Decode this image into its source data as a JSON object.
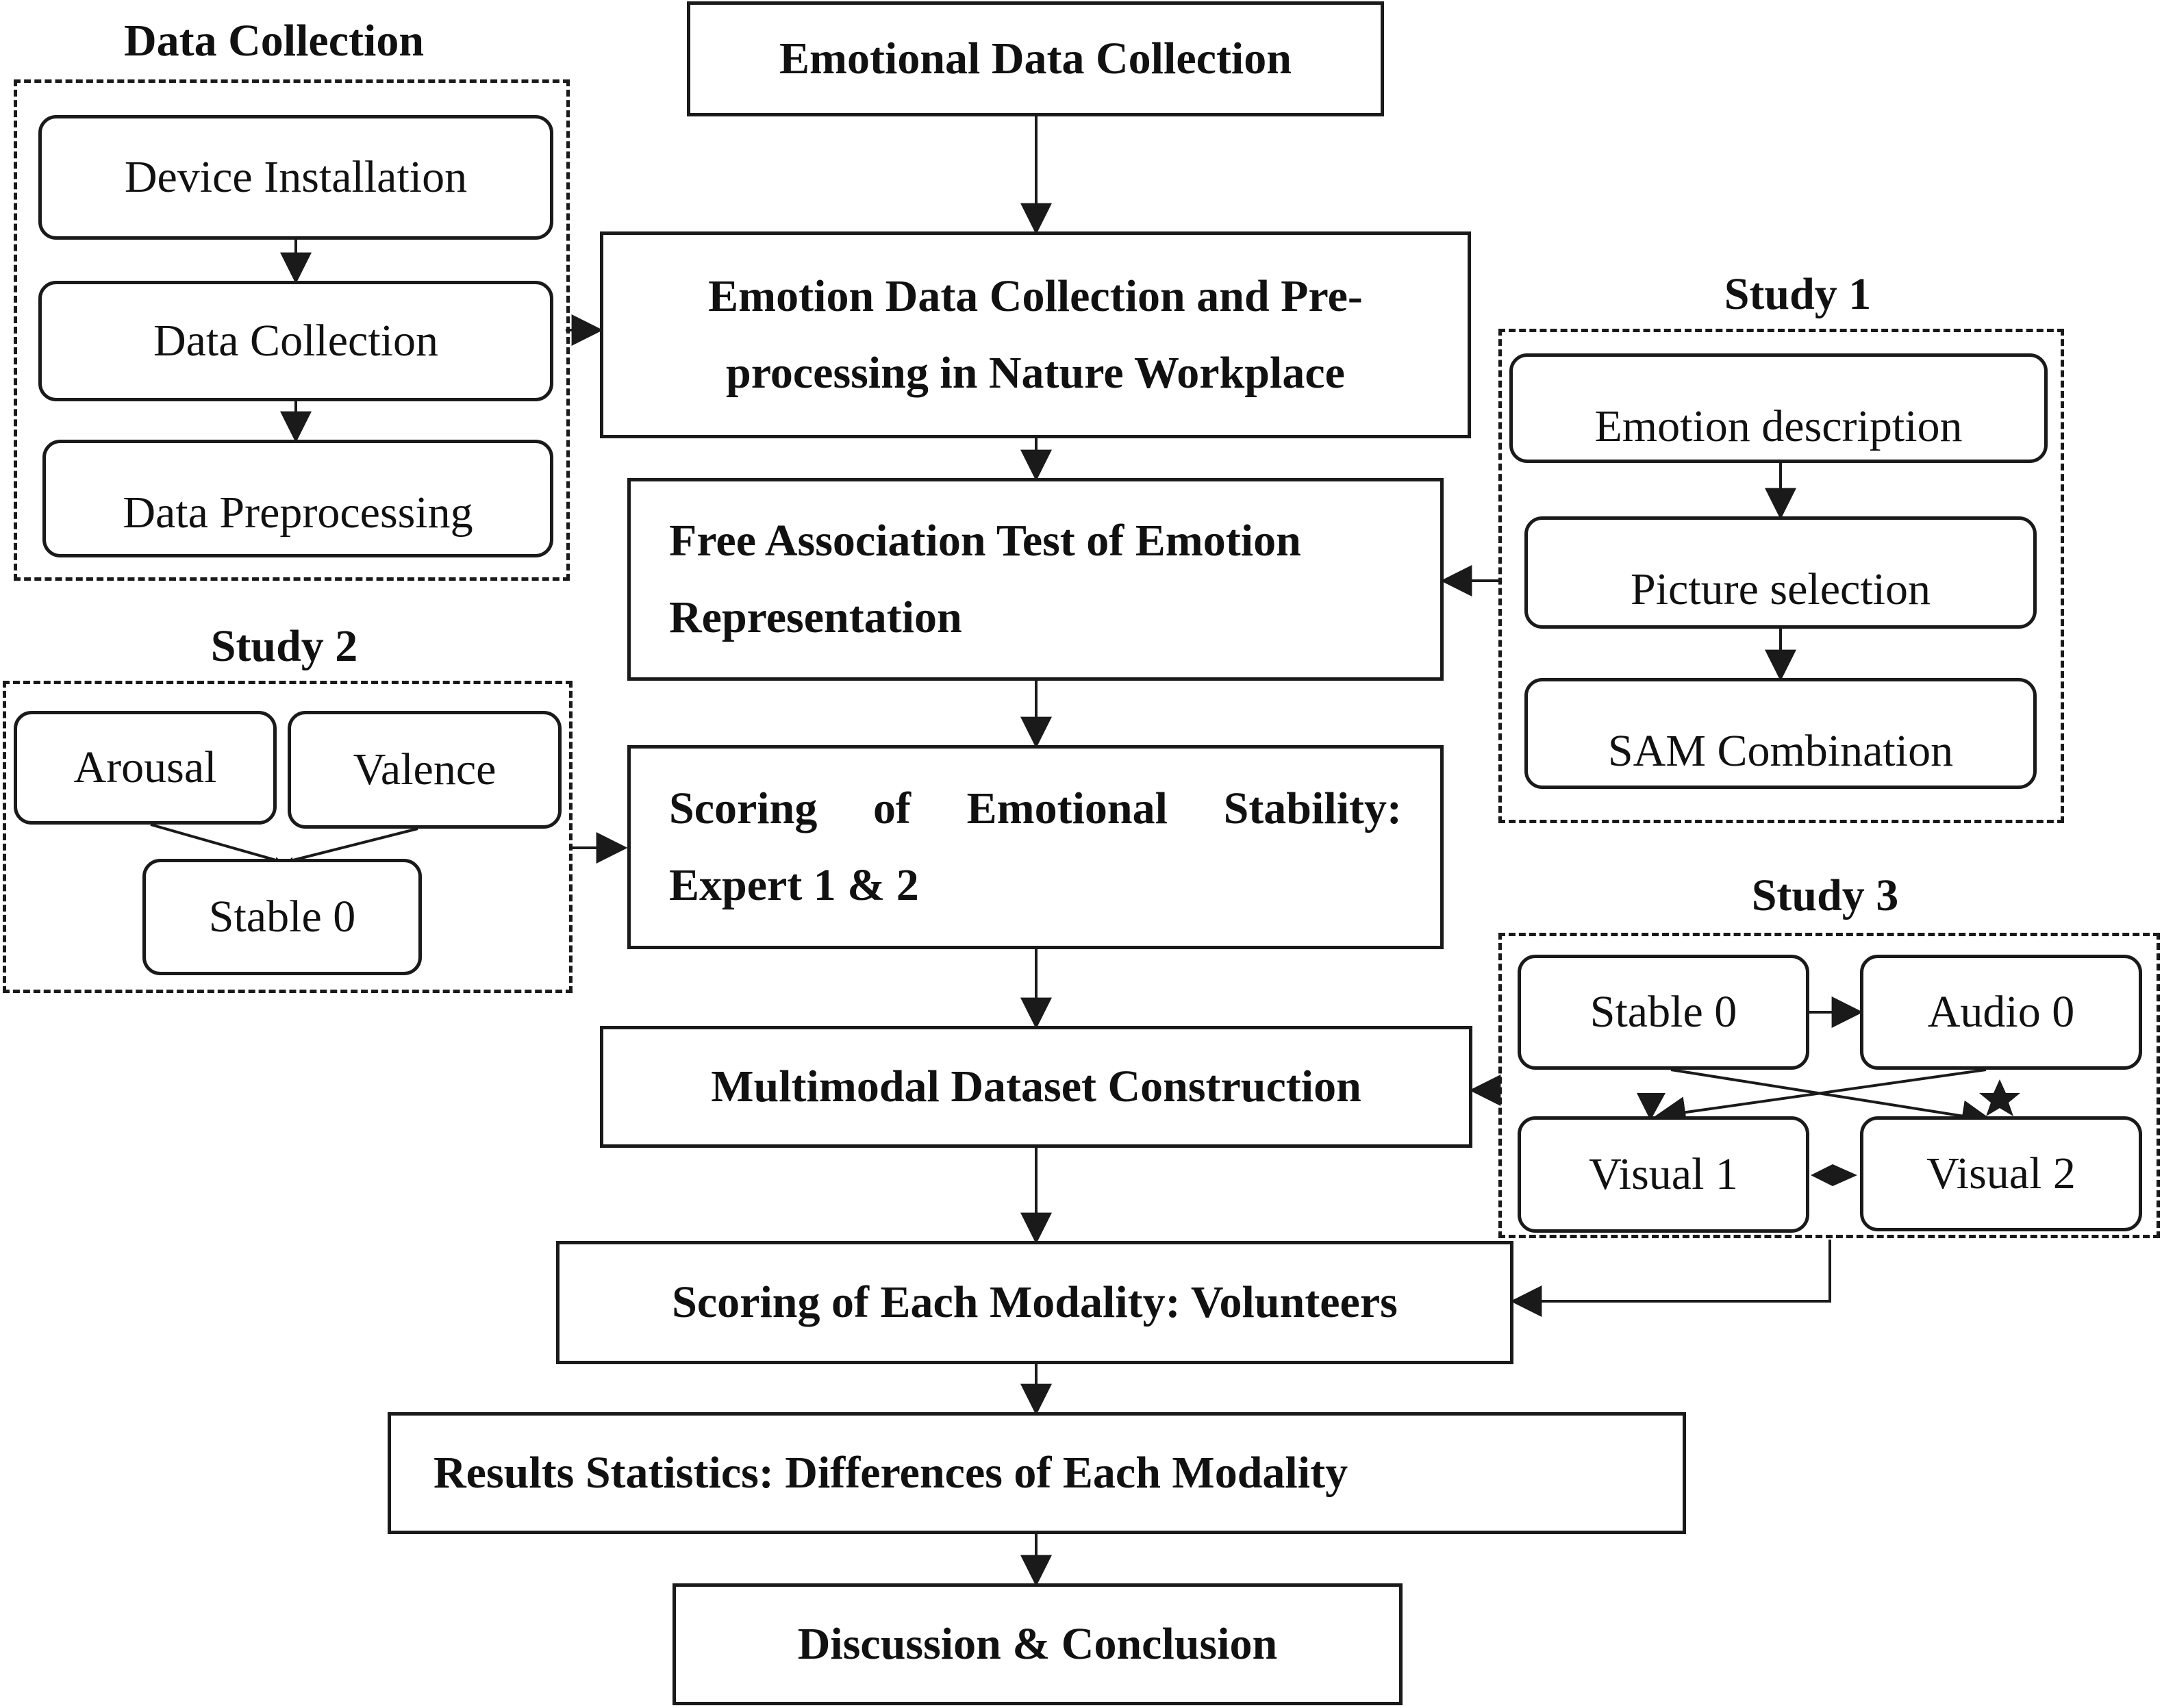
{
  "main_flow": {
    "emotional_data_collection": "Emotional Data Collection",
    "emotion_data_preprocessing": "Emotion Data Collection and Pre-processing in Nature Workplace",
    "free_association_test": "Free Association Test of Emotion Representation",
    "scoring_emotional_stability": "Scoring of Emotional Stability: Expert 1 & 2",
    "multimodal_dataset": "Multimodal Dataset Construction",
    "scoring_each_modality": "Scoring of Each Modality: Volunteers",
    "results_statistics": "Results Statistics: Differences of Each Modality",
    "discussion_conclusion": "Discussion & Conclusion"
  },
  "data_collection_group": {
    "title": "Data Collection",
    "steps": [
      "Device Installation",
      "Data Collection",
      "Data Preprocessing"
    ]
  },
  "study1_group": {
    "title": "Study 1",
    "steps": [
      "Emotion description",
      "Picture selection",
      "SAM Combination"
    ]
  },
  "study2_group": {
    "title": "Study 2",
    "arousal": "Arousal",
    "valence": "Valence",
    "stable": "Stable 0"
  },
  "study3_group": {
    "title": "Study 3",
    "stable": "Stable 0",
    "audio": "Audio 0",
    "visual1": "Visual 1",
    "visual2": "Visual 2"
  }
}
